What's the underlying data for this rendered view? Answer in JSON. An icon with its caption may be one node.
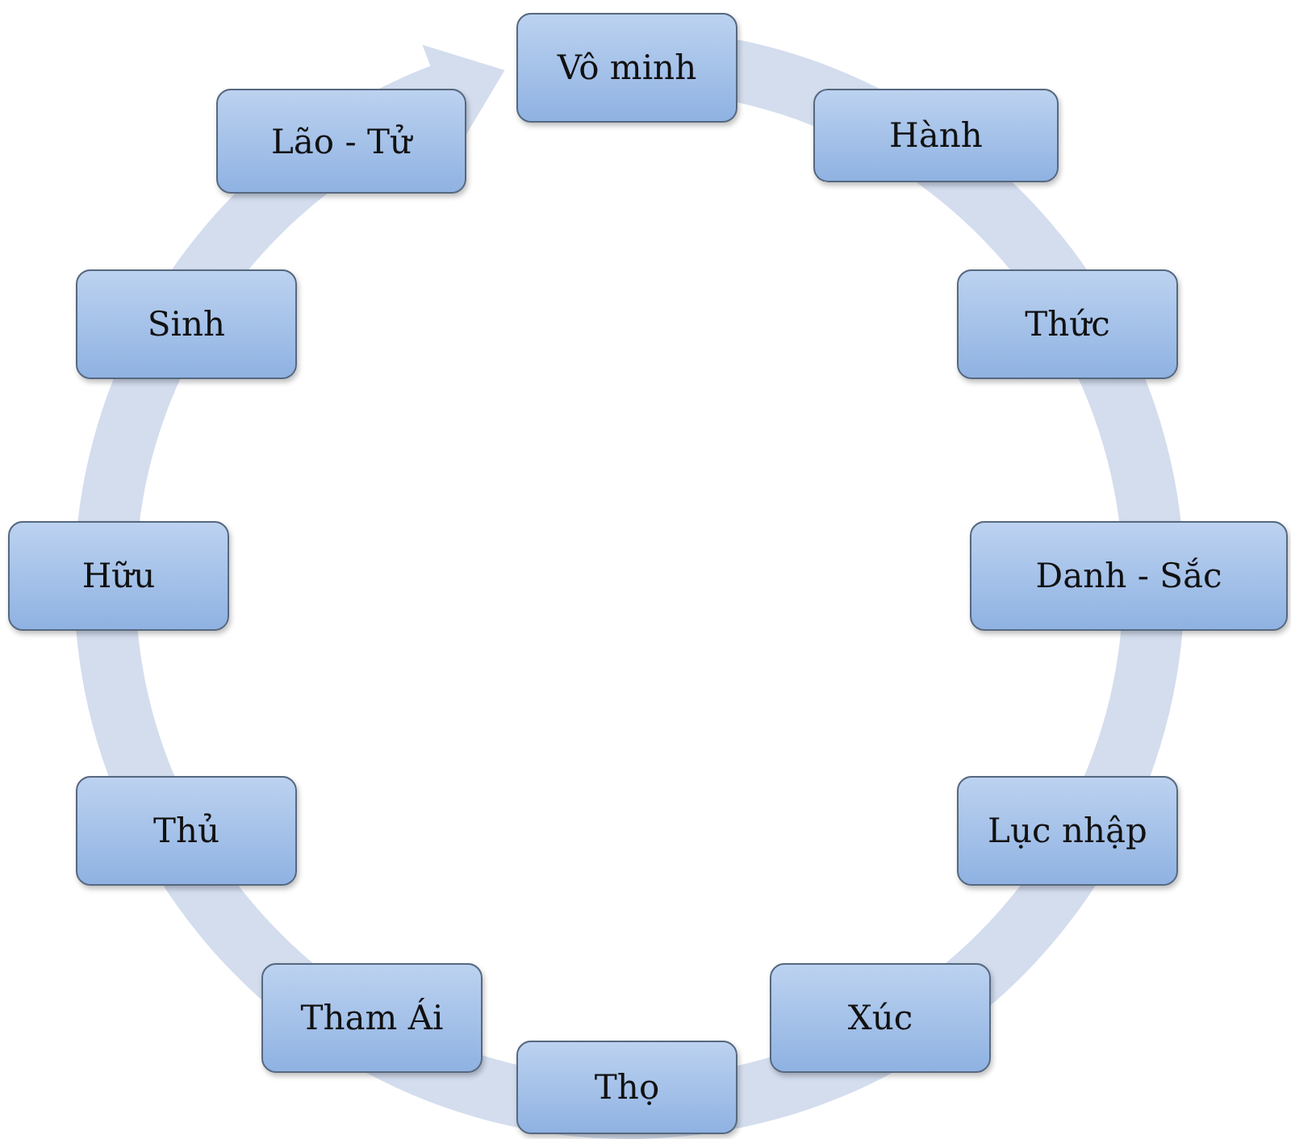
{
  "diagram": {
    "nodes": [
      {
        "text": [
          "Vô minh"
        ]
      },
      {
        "text": [
          "Hành"
        ]
      },
      {
        "text": [
          "Thức"
        ]
      },
      {
        "text": [
          "Danh - Sắc"
        ]
      },
      {
        "text": [
          "Lục nhập"
        ]
      },
      {
        "text": [
          "Xúc"
        ]
      },
      {
        "text": [
          "Thọ"
        ]
      },
      {
        "text": [
          "Tham Ái"
        ]
      },
      {
        "text": [
          "Thủ"
        ]
      },
      {
        "text": [
          "Hữu"
        ]
      },
      {
        "text": [
          "Sinh"
        ]
      },
      {
        "text": [
          "Lão - Tử"
        ]
      }
    ]
  }
}
